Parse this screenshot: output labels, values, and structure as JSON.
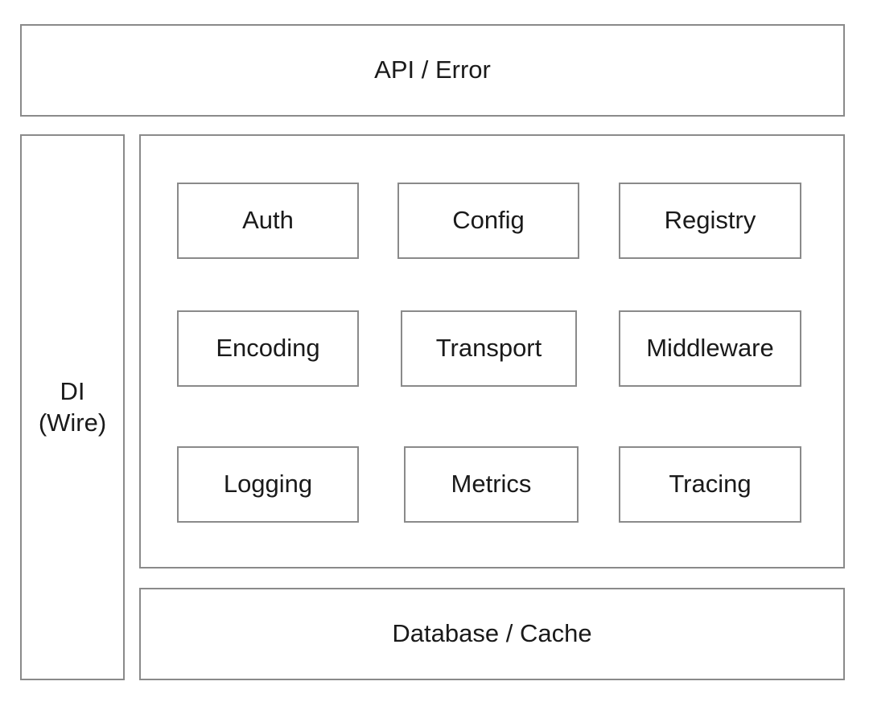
{
  "diagram": {
    "top_layer": "API / Error",
    "side_layer": {
      "line1": "DI",
      "line2": "(Wire)"
    },
    "components": [
      "Auth",
      "Config",
      "Registry",
      "Encoding",
      "Transport",
      "Middleware",
      "Logging",
      "Metrics",
      "Tracing"
    ],
    "bottom_layer": "Database / Cache"
  }
}
